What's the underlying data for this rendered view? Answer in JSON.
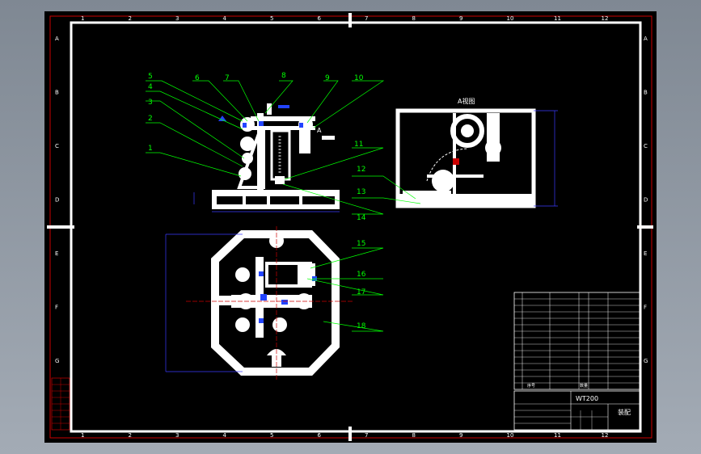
{
  "drawing": {
    "view_label": "A视图",
    "view_marker": "A",
    "part_callouts": [
      "1",
      "2",
      "3",
      "4",
      "5",
      "6",
      "7",
      "8",
      "9",
      "10",
      "11",
      "12",
      "13",
      "14",
      "15",
      "16",
      "17",
      "18"
    ],
    "top_border_numbers": [
      "1",
      "2",
      "3",
      "4",
      "5",
      "6",
      "7",
      "8",
      "9",
      "10",
      "11",
      "12"
    ],
    "side_letters": [
      "A",
      "B",
      "C",
      "D",
      "E",
      "F",
      "G"
    ],
    "title_block": {
      "drawing_no": "WT200",
      "drawing_name": "装配",
      "parts_header": "序号",
      "qty_header": "数量"
    },
    "colors": {
      "background": "#000000",
      "paper": "#0c0c0c",
      "border": "#ffffff",
      "frame_red": "#cc0000",
      "callout": "#00ff00",
      "dimension": "#3a3aff"
    }
  }
}
